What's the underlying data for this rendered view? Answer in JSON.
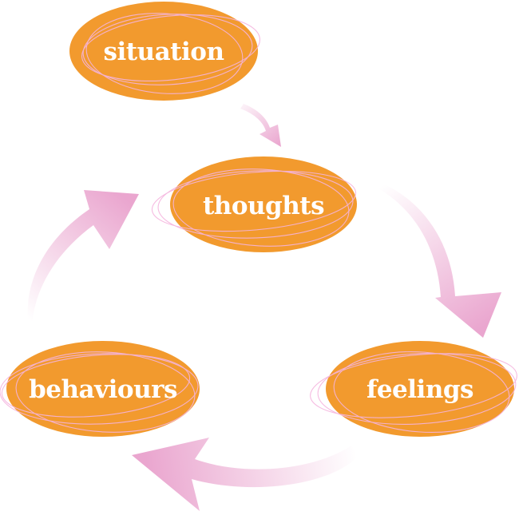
{
  "diagram": {
    "nodes": {
      "situation": {
        "label": "situation"
      },
      "thoughts": {
        "label": "thoughts"
      },
      "feelings": {
        "label": "feelings"
      },
      "behaviours": {
        "label": "behaviours"
      }
    },
    "arrows": [
      {
        "from": "situation",
        "to": "thoughts"
      },
      {
        "from": "thoughts",
        "to": "feelings"
      },
      {
        "from": "feelings",
        "to": "behaviours"
      },
      {
        "from": "behaviours",
        "to": "thoughts"
      }
    ]
  },
  "colors": {
    "node_fill": "#f29a2e",
    "node_scribble": "#f5b4de",
    "label_text": "#ffffff",
    "arrow": "#eaa6cf"
  }
}
